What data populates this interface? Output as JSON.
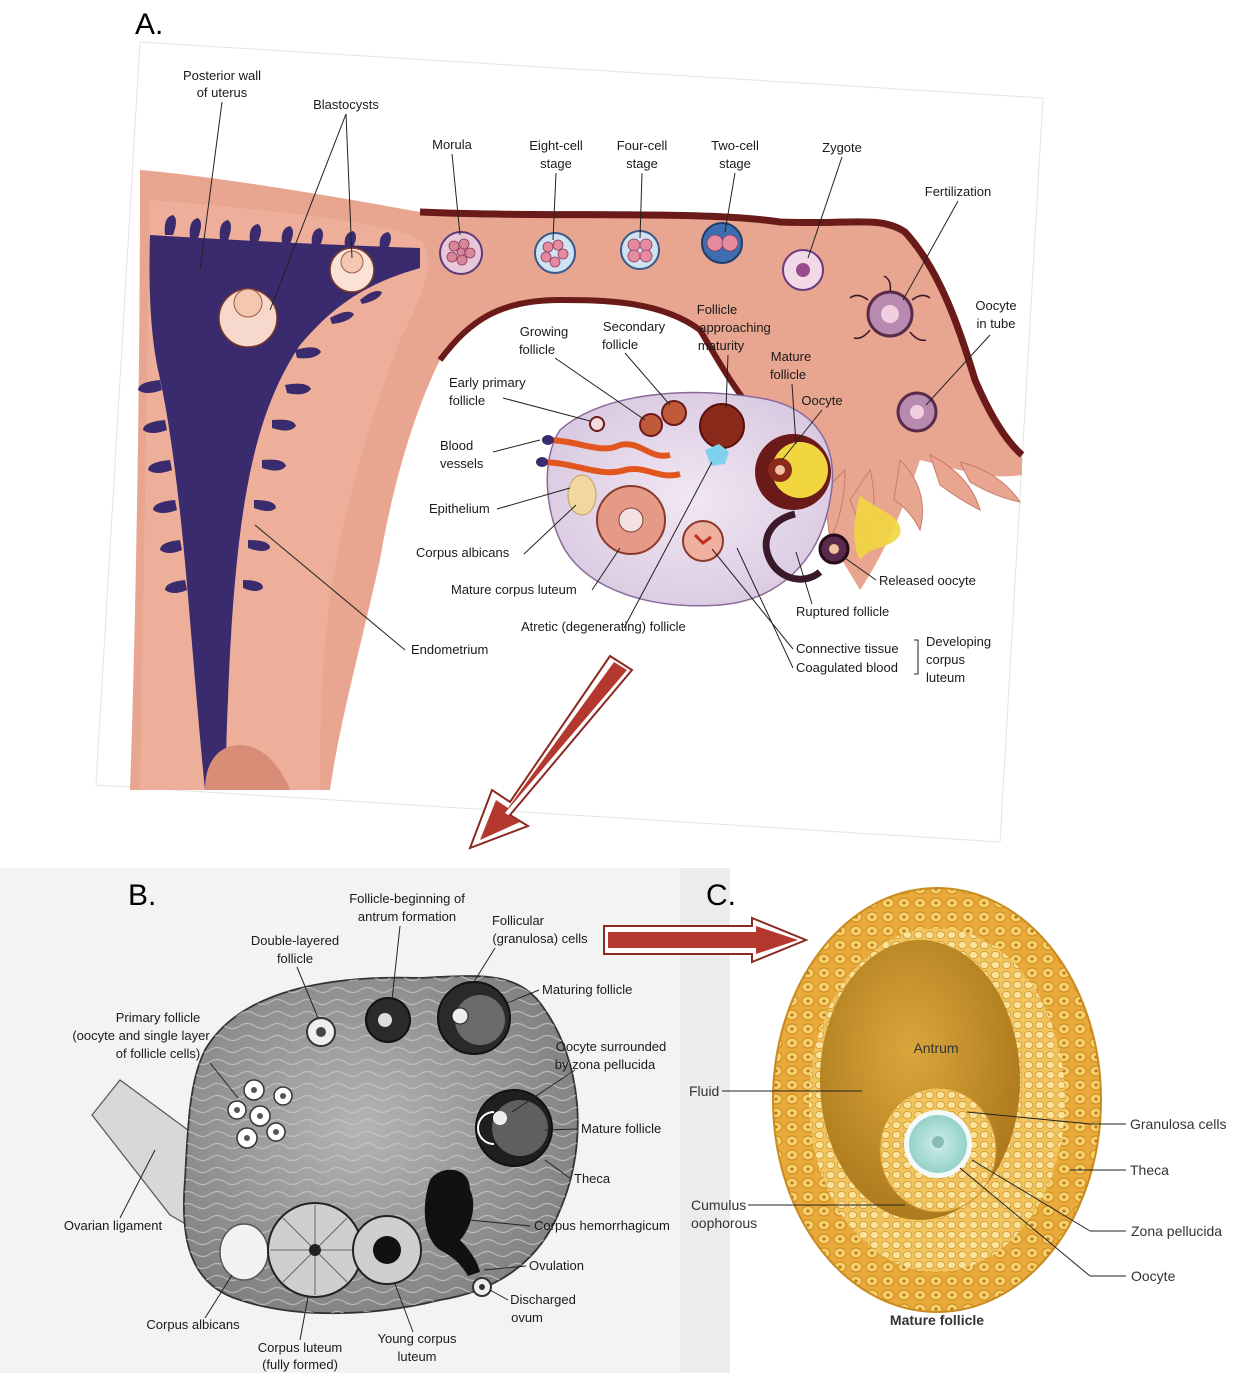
{
  "panels": {
    "a": {
      "letter": "A."
    },
    "b": {
      "letter": "B."
    },
    "c": {
      "letter": "C."
    }
  },
  "colors": {
    "uterus_wall": "#e8a58f",
    "endometrium": "#3a2a6e",
    "tube_outline": "#6b1a1a",
    "ovary_fill": "#e9dcef",
    "follicle_yellow": "#f2d640",
    "arrow": "#b5382f",
    "b_ovary": "#9a9a9a",
    "c_outer": "#e8a93a",
    "c_antrum": "#c7901f",
    "c_oocyte": "#9ed7d0"
  },
  "panel_a": {
    "posterior_wall_1": "Posterior wall",
    "posterior_wall_2": "of uterus",
    "blastocysts": "Blastocysts",
    "morula": "Morula",
    "eight_cell_1": "Eight-cell",
    "eight_cell_2": "stage",
    "four_cell_1": "Four-cell",
    "four_cell_2": "stage",
    "two_cell_1": "Two-cell",
    "two_cell_2": "stage",
    "zygote": "Zygote",
    "fertilization": "Fertilization",
    "oocyte_tube_1": "Oocyte",
    "oocyte_tube_2": "in tube",
    "growing_1": "Growing",
    "growing_2": "follicle",
    "secondary_1": "Secondary",
    "secondary_2": "follicle",
    "approaching_1": "Follicle",
    "approaching_2": "approaching",
    "approaching_3": "maturity",
    "mature_1": "Mature",
    "mature_2": "follicle",
    "oocyte": "Oocyte",
    "early_1": "Early primary",
    "early_2": "follicle",
    "blood_1": "Blood",
    "blood_2": "vessels",
    "epithelium": "Epithelium",
    "corpus_albicans": "Corpus albicans",
    "mature_cl": "Mature corpus luteum",
    "atretic": "Atretic (degenerating) follicle",
    "endometrium": "Endometrium",
    "released": "Released oocyte",
    "ruptured": "Ruptured follicle",
    "connective": "Connective tissue",
    "coagulated": "Coagulated blood",
    "developing_1": "Developing",
    "developing_2": "corpus",
    "developing_3": "luteum"
  },
  "panel_b": {
    "antrum_1": "Follicle-beginning of",
    "antrum_2": "antrum formation",
    "double_1": "Double-layered",
    "double_2": "follicle",
    "follicular_1": "Follicular",
    "follicular_2": "(granulosa) cells",
    "maturing": "Maturing follicle",
    "primary_1": "Primary follicle",
    "primary_2": "(oocyte and single layer",
    "primary_3": "of follicle cells)",
    "zona_1": "Oocyte surrounded",
    "zona_2": "by zona pellucida",
    "mature": "Mature follicle",
    "theca": "Theca",
    "ligament": "Ovarian ligament",
    "hemorrhagicum": "Corpus hemorrhagicum",
    "ovulation": "Ovulation",
    "discharged_1": "Discharged",
    "discharged_2": "ovum",
    "albicans": "Corpus albicans",
    "luteum_full_1": "Corpus luteum",
    "luteum_full_2": "(fully formed)",
    "young_1": "Young corpus",
    "young_2": "luteum"
  },
  "panel_c": {
    "antrum": "Antrum",
    "fluid": "Fluid",
    "granulosa": "Granulosa cells",
    "theca": "Theca",
    "cumulus_1": "Cumulus",
    "cumulus_2": "oophorous",
    "zona": "Zona pellucida",
    "oocyte": "Oocyte",
    "caption": "Mature follicle"
  }
}
